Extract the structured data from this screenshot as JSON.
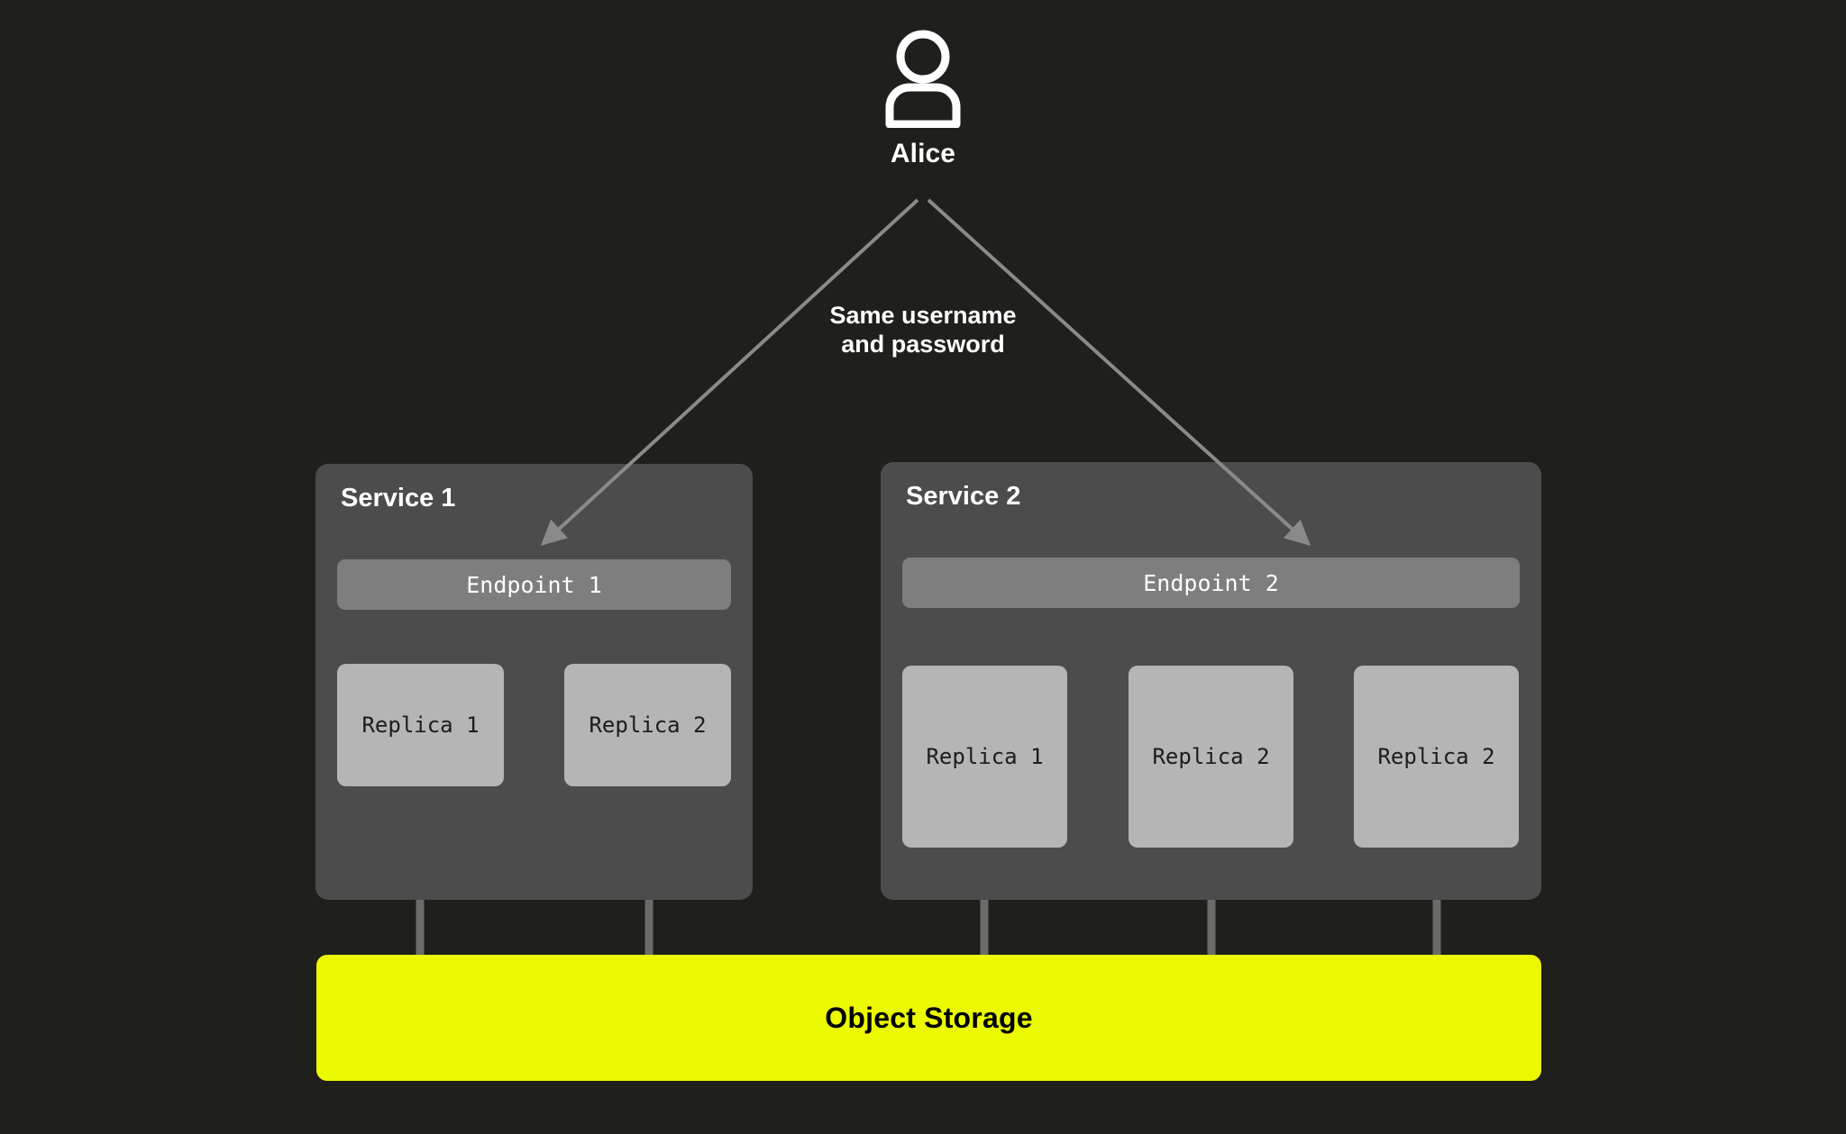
{
  "diagram": {
    "background_color": "#1f1f1b",
    "actor": {
      "icon": "user-icon",
      "name": "Alice"
    },
    "annotation": {
      "line1": "Same username",
      "line2": "and password"
    },
    "services": [
      {
        "title": "Service 1",
        "endpoint": "Endpoint 1",
        "replicas": [
          "Replica 1",
          "Replica 2"
        ],
        "box_color": "#4c4c4c",
        "endpoint_color": "#7e7e7e",
        "replica_color": "#b5b5b5"
      },
      {
        "title": "Service 2",
        "endpoint": "Endpoint 2",
        "replicas": [
          "Replica 1",
          "Replica 2",
          "Replica 2"
        ],
        "box_color": "#4c4c4c",
        "endpoint_color": "#7e7e7e",
        "replica_color": "#b5b5b5"
      }
    ],
    "storage": {
      "label": "Object Storage",
      "color": "#ecfa00",
      "text_color": "#000000"
    },
    "connector_color": "#6b6b6b",
    "arrow_color": "#8a8a8a"
  }
}
